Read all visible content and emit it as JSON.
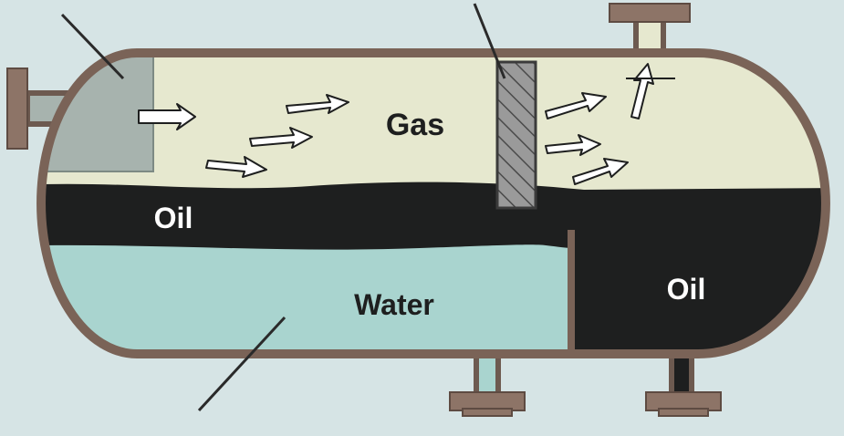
{
  "labels": {
    "gas": "Gas",
    "oil_left": "Oil",
    "oil_right": "Oil",
    "water": "Water"
  },
  "colors": {
    "background": "#d6e4e5",
    "vessel_wall": "#7a6357",
    "gas": "#e6e8cf",
    "oil": "#1e1f1f",
    "water": "#a9d4cf",
    "inlet_diverter": "#a7b3ae",
    "mist_extractor": "#8b8b8b",
    "flange": "#8d7467"
  },
  "icons": [
    "inlet-nozzle",
    "inlet-diverter",
    "mist-extractor",
    "weir-plate",
    "gas-outlet",
    "water-outlet",
    "oil-outlet",
    "flow-arrow"
  ]
}
